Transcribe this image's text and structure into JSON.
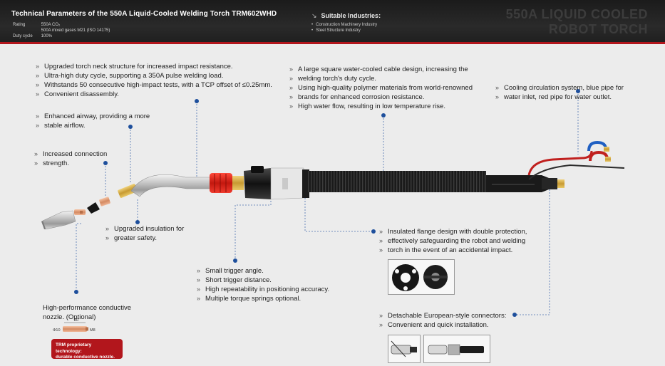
{
  "header": {
    "title": "Technical Parameters of the 550A Liquid-Cooled Welding Torch TRM602WHD",
    "specs": [
      {
        "label": "Rating",
        "value": "550A CO₂"
      },
      {
        "label": "",
        "value": "500A mixed gases M21 (ISO 14175)"
      },
      {
        "label": "Duty cycle",
        "value": "100%"
      }
    ],
    "industries_title": "Suitable Industries:",
    "industries": [
      "Construction Machinery Industry",
      "Steel Structure Industry"
    ],
    "brand_line1": "550A LIQUID COOLED",
    "brand_line2": "ROBOT TORCH"
  },
  "features": {
    "neck": [
      "Upgraded torch neck structure for increased impact resistance.",
      "Ultra-high duty cycle, supporting a 350A pulse welding load.",
      "Withstands 50 consecutive high-impact tests, with a TCP offset of ≤0.25mm.",
      "Convenient disassembly."
    ],
    "airway": [
      "Enhanced airway, providing a more",
      "stable airflow."
    ],
    "connection": [
      "Increased connection",
      "strength."
    ],
    "cable": [
      "A large square water-cooled cable design, increasing the",
      "welding torch's duty cycle.",
      "Using high-quality polymer materials from world-renowned",
      "brands for enhanced corrosion resistance.",
      "High water flow, resulting in low temperature rise."
    ],
    "cooling": [
      "Cooling circulation system, blue pipe for",
      "water inlet, red pipe for water outlet."
    ],
    "insulation": [
      "Upgraded insulation for",
      "greater safety."
    ],
    "flange": [
      "Insulated flange design with double protection,",
      "effectively safeguarding the robot and welding",
      "torch in the event of an accidental impact."
    ],
    "trigger": [
      "Small trigger angle.",
      "Short trigger distance.",
      "High repeatability in positioning accuracy.",
      "Multiple torque springs optional."
    ],
    "nozzle": [
      "High-performance conductive",
      "nozzle.  (Optional)"
    ],
    "connector": [
      "Detachable European-style connectors:",
      "Convenient and quick installation."
    ]
  },
  "tip_dims": {
    "length": "30",
    "diameter": "Φ10",
    "thread": "M8"
  },
  "badge": {
    "line1": "TRM proprietary technology:",
    "line2": "durable conductive nozzle."
  },
  "colors": {
    "accent_red": "#b2161c",
    "header_bg": "#1e1e1e",
    "dot_blue": "#1e4f9c",
    "inlet_blue": "#1f5fc2",
    "outlet_red": "#c0201e"
  }
}
